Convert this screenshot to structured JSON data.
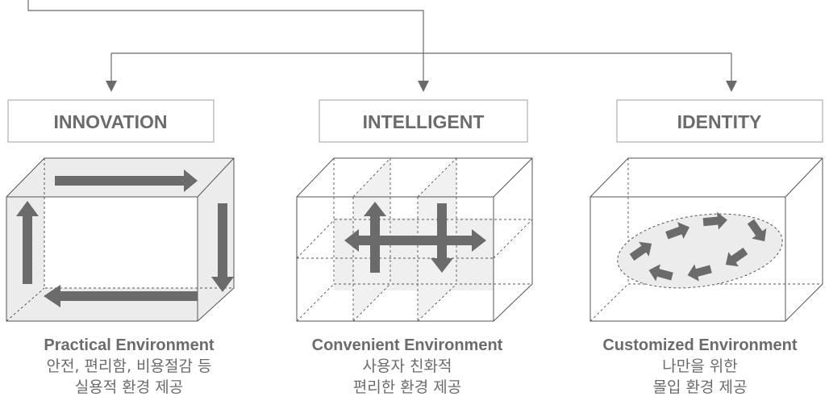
{
  "categories": [
    {
      "label": "INNOVATION",
      "title": "Practical Environment",
      "desc_line1": "안전, 편리함, 비용절감 등",
      "desc_line2": "실용적 환경 제공"
    },
    {
      "label": "INTELLIGENT",
      "title": "Convenient Environment",
      "desc_line1": "사용자 친화적",
      "desc_line2": "편리한 환경 제공"
    },
    {
      "label": "IDENTITY",
      "title": "Customized Environment",
      "desc_line1": "나만을 위한",
      "desc_line2": "몰입 환경 제공"
    }
  ],
  "colors": {
    "line": "#6b6b6b",
    "box_border": "#bfbfbf",
    "arrow_fill": "#6b6b6b",
    "panel_fill": "#ececec",
    "label_text": "#6b6b6b"
  }
}
